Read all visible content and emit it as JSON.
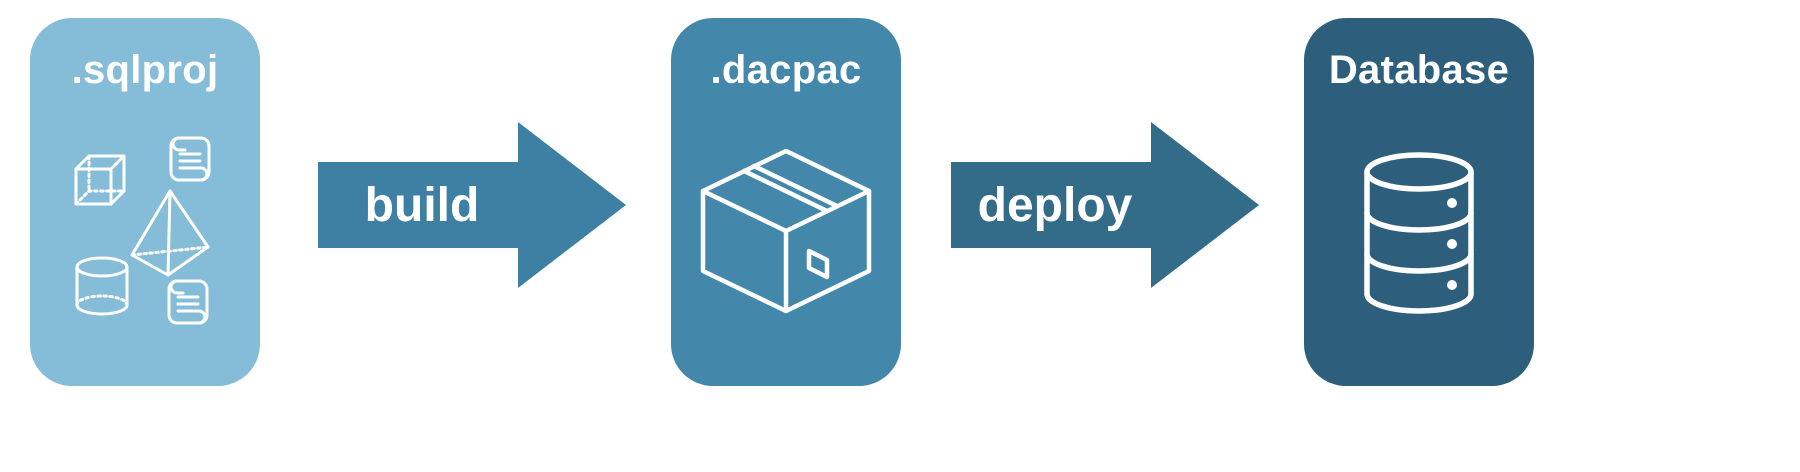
{
  "diagram": {
    "nodes": [
      {
        "id": "sqlproj",
        "label": ".sqlproj",
        "color": "#85BCD8",
        "icons": [
          "cube-icon",
          "scroll-icon",
          "pyramid-icon",
          "cylinder-icon",
          "scroll-icon"
        ]
      },
      {
        "id": "dacpac",
        "label": ".dacpac",
        "color": "#4388AB",
        "icons": [
          "package-box-icon"
        ]
      },
      {
        "id": "database",
        "label": "Database",
        "color": "#2D5F7C",
        "icons": [
          "database-icon"
        ]
      }
    ],
    "arrows": [
      {
        "id": "build",
        "label": "build",
        "color": "#3E80A4"
      },
      {
        "id": "deploy",
        "label": "deploy",
        "color": "#336C89"
      }
    ]
  }
}
